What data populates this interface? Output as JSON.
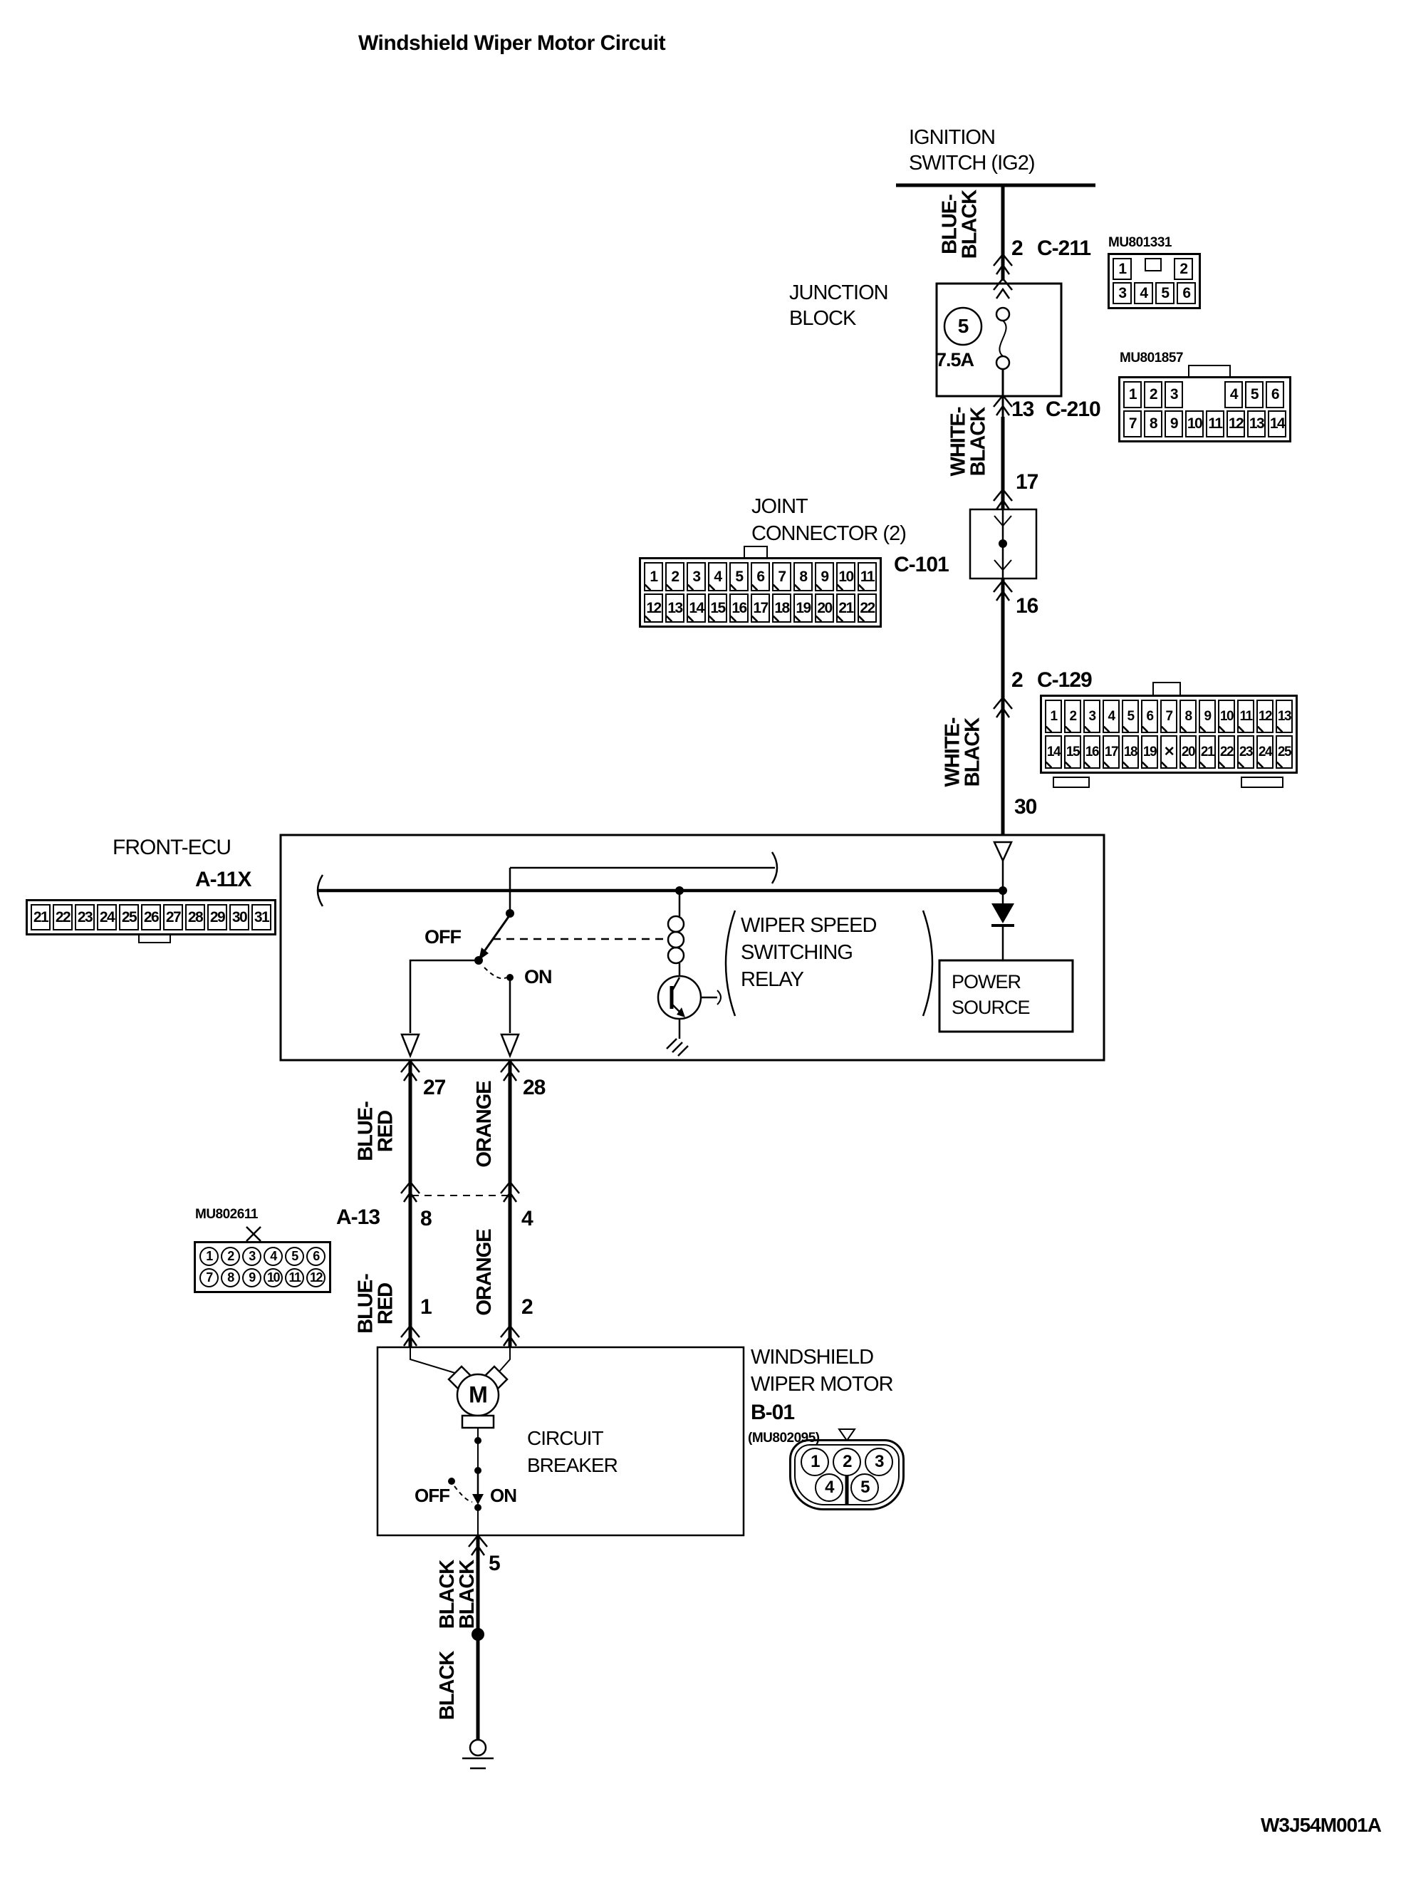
{
  "colors": {
    "ink": "#000000",
    "background": "#ffffff"
  },
  "title": "Windshield Wiper Motor Circuit",
  "doc_code": "W3J54M001A",
  "ignition_switch": {
    "line1": "IGNITION",
    "line2": "SWITCH (IG2)"
  },
  "junction_block": {
    "line1": "JUNCTION",
    "line2": "BLOCK",
    "fuse_number": "5",
    "fuse_rating": "7.5A"
  },
  "joint_connector": {
    "line1": "JOINT",
    "line2": "CONNECTOR (2)",
    "id": "C-101"
  },
  "front_ecu": {
    "name": "FRONT-ECU",
    "connector_id": "A-11X",
    "off": "OFF",
    "on": "ON",
    "relay_line1": "WIPER SPEED",
    "relay_line2": "SWITCHING",
    "relay_line3": "RELAY",
    "power_line1": "POWER",
    "power_line2": "SOURCE"
  },
  "wiper_motor": {
    "line1": "WINDSHIELD",
    "line2": "WIPER MOTOR",
    "id": "B-01",
    "part_code": "(MU802095)",
    "motor_letter": "M",
    "breaker_line1": "CIRCUIT",
    "breaker_line2": "BREAKER",
    "off": "OFF",
    "on": "ON"
  },
  "pins": {
    "c211_pin": "2",
    "c211": "C-211",
    "c210_pin": "13",
    "c210": "C-210",
    "jc_in": "17",
    "jc_out": "16",
    "c129_pin": "2",
    "c129": "C-129",
    "ecu_in": "30",
    "ecu_out_left": "27",
    "ecu_out_right": "28",
    "a13": "A-13",
    "a13_left": "8",
    "a13_right": "4",
    "motor_left": "1",
    "motor_right": "2",
    "motor_ground": "5"
  },
  "wire_colors": {
    "blue_black": "BLUE-\nBLACK",
    "white_black": "WHITE-\nBLACK",
    "blue_red": "BLUE-\nRED",
    "orange": "ORANGE",
    "black": "BLACK"
  },
  "connectors": {
    "mu801331": {
      "code": "MU801331",
      "row1": [
        "1",
        "",
        "2"
      ],
      "row2": [
        "3",
        "4",
        "5",
        "6"
      ]
    },
    "mu801857": {
      "code": "MU801857",
      "row1": [
        "1",
        "2",
        "3",
        null,
        "4",
        "5",
        "6"
      ],
      "row2": [
        "7",
        "8",
        "9",
        "10",
        "11",
        "12",
        "13",
        "14"
      ]
    },
    "c101_pinout": {
      "row1": [
        "1",
        "2",
        "3",
        "4",
        "5",
        "6",
        "7",
        "8",
        "9",
        "10",
        "11"
      ],
      "row2": [
        "12",
        "13",
        "14",
        "15",
        "16",
        "17",
        "18",
        "19",
        "20",
        "21",
        "22"
      ]
    },
    "c129_pinout": {
      "row1": [
        "1",
        "2",
        "3",
        "4",
        "5",
        "6",
        "7",
        "8",
        "9",
        "10",
        "11",
        "12",
        "13"
      ],
      "row2": [
        "14",
        "15",
        "16",
        "17",
        "18",
        "19",
        "✕",
        "20",
        "21",
        "22",
        "23",
        "24",
        "25"
      ]
    },
    "a11x_pinout": {
      "row": [
        "21",
        "22",
        "23",
        "24",
        "25",
        "26",
        "27",
        "28",
        "29",
        "30",
        "31"
      ]
    },
    "mu802611": {
      "code": "MU802611",
      "row1": [
        "1",
        "2",
        "3",
        "4",
        "5",
        "6"
      ],
      "row2": [
        "7",
        "8",
        "9",
        "10",
        "11",
        "12"
      ]
    },
    "b01_pinout": {
      "row1": [
        "1",
        "2",
        "3"
      ],
      "row2": [
        "4",
        "5"
      ]
    }
  }
}
